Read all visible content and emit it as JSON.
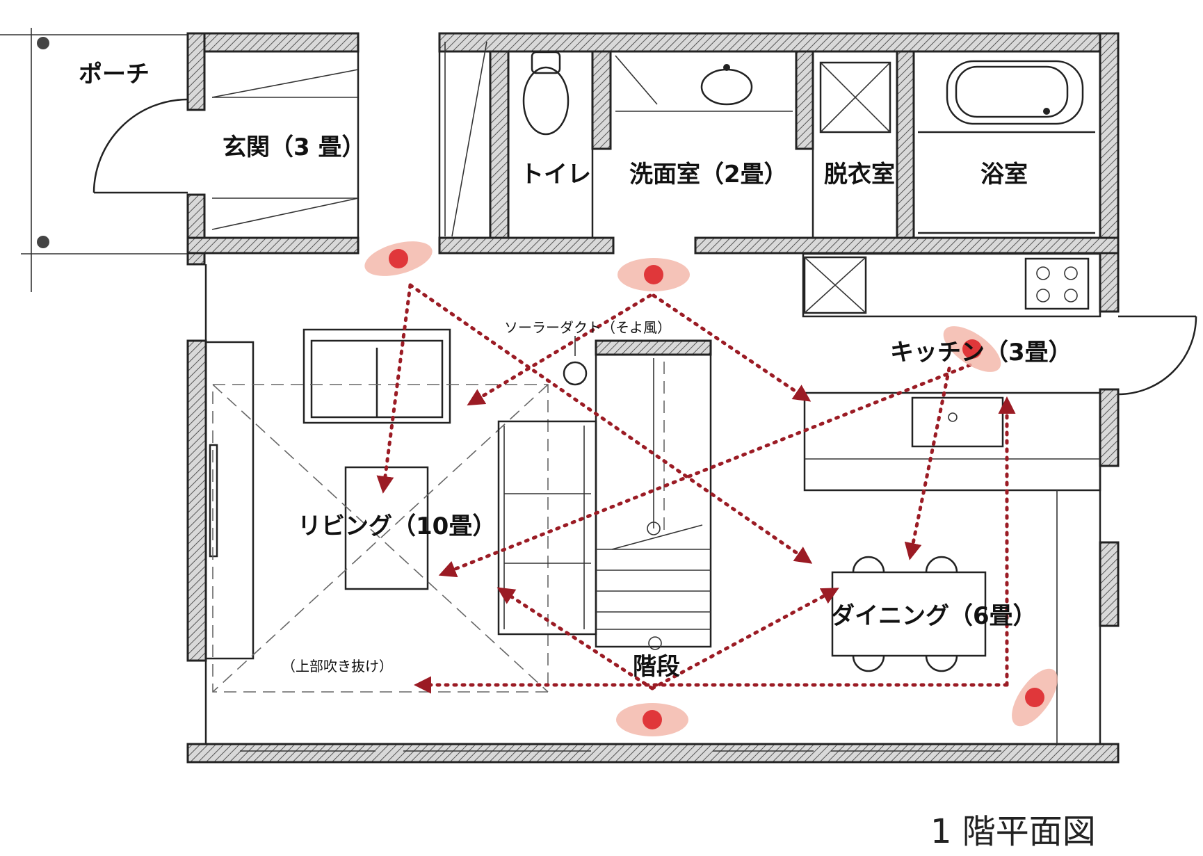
{
  "title": "1 階平面図",
  "rooms": {
    "porch": "ポーチ",
    "entrance": "玄関（3 畳）",
    "toilet": "トイレ",
    "washroom": "洗面室（2畳）",
    "dressing": "脱衣室",
    "bath": "浴室",
    "kitchen": "キッチン（3畳）",
    "living": "リビング（10畳）",
    "dining": "ダイニング（6畳）",
    "stairs": "階段"
  },
  "annotations": {
    "solar_duct": "ソーラーダクト（そよ風）",
    "void_above": "（上部吹き抜け）"
  },
  "colors": {
    "wall_line": "#222222",
    "airflow_arrow": "#9b1b24",
    "vent_dot": "#e0373a",
    "vent_halo": "#f2b4a6"
  },
  "legend_items": []
}
